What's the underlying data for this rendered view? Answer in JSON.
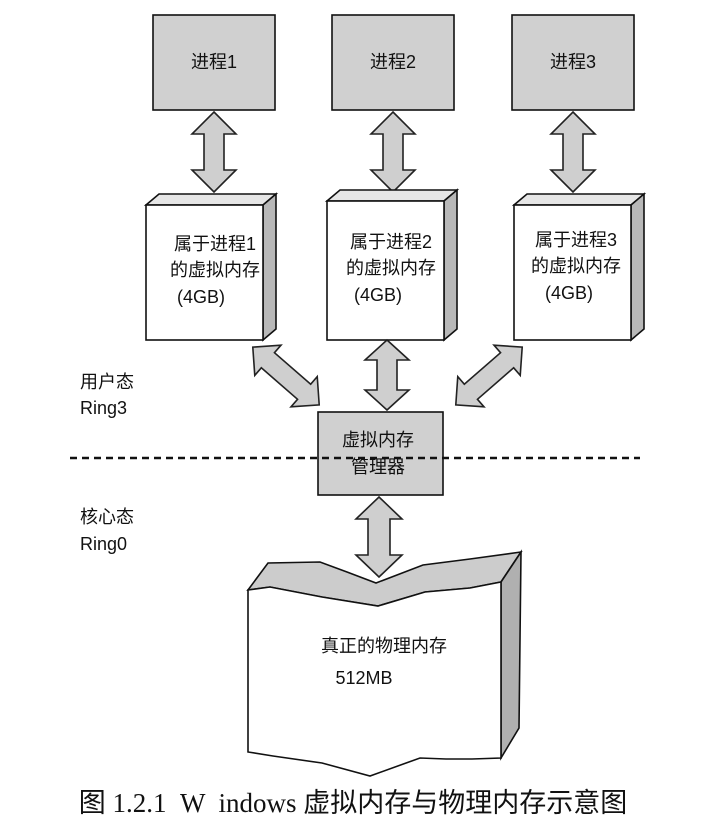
{
  "processes": [
    {
      "label": "进程1",
      "memory_line1": "属于进程1",
      "memory_line2": "的虚拟内存",
      "memory_size": "(4GB)"
    },
    {
      "label": "进程2",
      "memory_line1": "属于进程2",
      "memory_line2": "的虚拟内存",
      "memory_size": "(4GB)"
    },
    {
      "label": "进程3",
      "memory_line1": "属于进程3",
      "memory_line2": "的虚拟内存",
      "memory_size": "(4GB)"
    }
  ],
  "manager": {
    "line1": "虚拟内存",
    "line2": "管理器"
  },
  "user_mode": {
    "line1": "用户态",
    "line2": "Ring3"
  },
  "kernel_mode": {
    "line1": "核心态",
    "line2": "Ring0"
  },
  "physical_memory": {
    "line1": "真正的物理内存",
    "line2": "512MB"
  },
  "caption": "图 1.2.1  W  indows 虚拟内存与物理内存示意图",
  "colors": {
    "box_fill": "#d0d0d0",
    "arrow_fill": "#cfcfcf",
    "line": "#111111"
  }
}
